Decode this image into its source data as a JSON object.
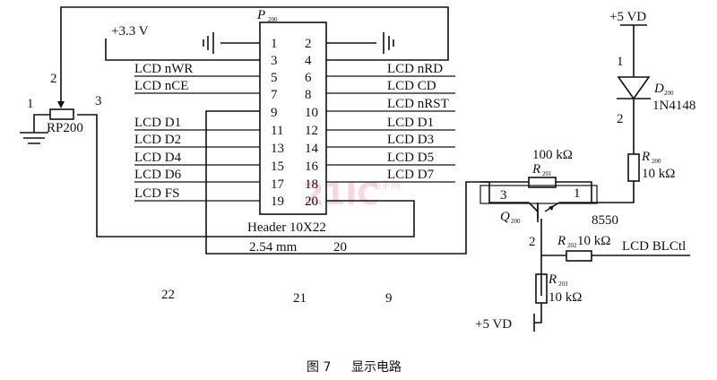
{
  "header": {
    "ref": "P",
    "ref_sub": "200",
    "name": "Header 10X22",
    "pitch": "2.54 mm",
    "pitch_pin": "20"
  },
  "supply": {
    "v33": "+3.3 V",
    "v5_top": "+5 VD",
    "v5_bottom": "+5 VD"
  },
  "pins_left": [
    "1",
    "3",
    "5",
    "7",
    "9",
    "11",
    "13",
    "15",
    "17",
    "19"
  ],
  "pins_right": [
    "2",
    "4",
    "6",
    "8",
    "10",
    "12",
    "14",
    "16",
    "18",
    "20"
  ],
  "signals_left": [
    "LCD nWR",
    "LCD nCE",
    "LCD D1",
    "LCD D2",
    "LCD D4",
    "LCD D6",
    "LCD FS"
  ],
  "signals_right": [
    "LCD nRD",
    "LCD CD",
    "LCD nRST",
    "LCD D1",
    "LCD D3",
    "LCD D5",
    "LCD D7"
  ],
  "pot": {
    "name": "RP200",
    "pin1": "1",
    "pin2": "2",
    "pin3": "3"
  },
  "diode": {
    "ref": "D",
    "ref_sub": "200",
    "part": "1N4148",
    "pin1": "1",
    "pin2": "2"
  },
  "r200": {
    "ref": "R",
    "ref_sub": "200",
    "value": "10 kΩ"
  },
  "r201": {
    "ref": "R",
    "ref_sub": "201",
    "value": "100 kΩ"
  },
  "r202": {
    "ref": "R",
    "ref_sub": "202",
    "value": "10 kΩ"
  },
  "r203": {
    "ref": "R",
    "ref_sub": "203",
    "value": "10 kΩ"
  },
  "transistor": {
    "ref": "Q",
    "ref_sub": "200",
    "part": "8550",
    "pin_e": "1",
    "pin_b": "2",
    "pin_c": "3"
  },
  "backlight_label": "LCD BLCtl",
  "stray_numbers": [
    "22",
    "21",
    "9"
  ],
  "watermark": {
    "main": "21IC",
    "side": "电子网"
  },
  "caption": {
    "fig": "图 7",
    "title": "显示电路"
  }
}
